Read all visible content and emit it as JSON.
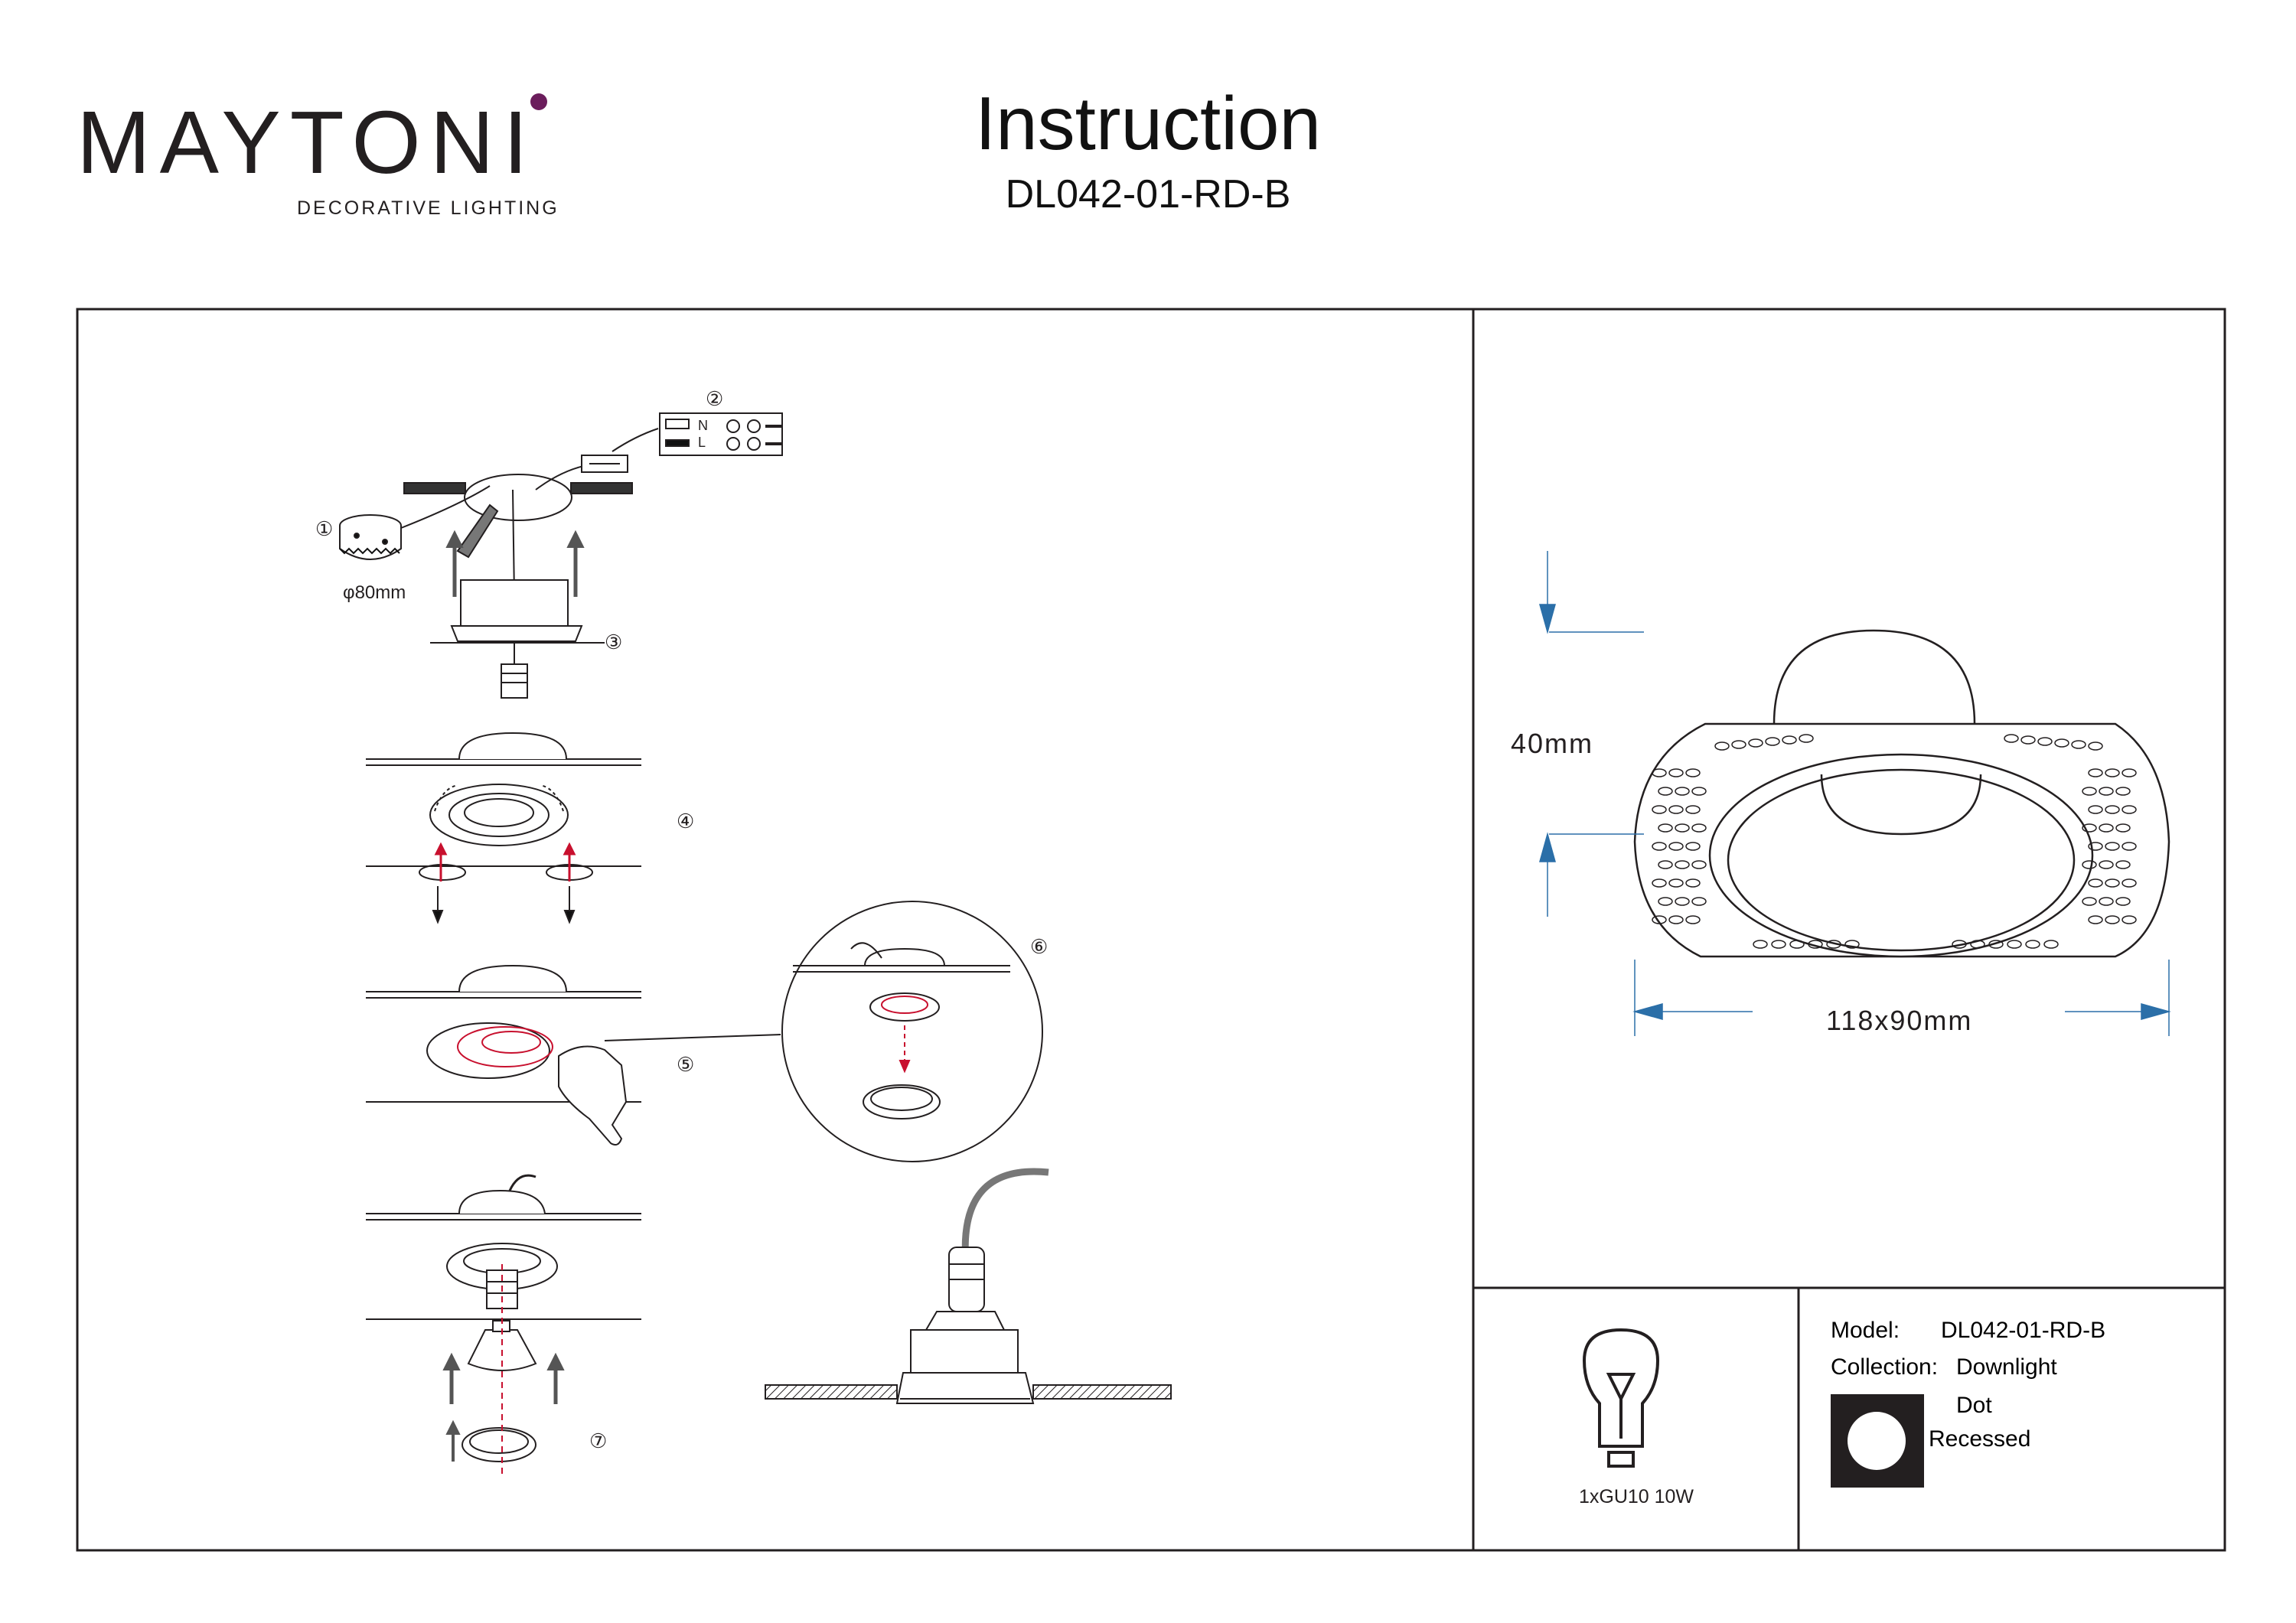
{
  "header": {
    "brand": "MAYTONI",
    "brand_tagline": "DECORATIVE LIGHTING",
    "title": "Instruction",
    "model_code": "DL042-01-RD-B"
  },
  "steps": {
    "s1": "①",
    "s2": "②",
    "s3": "③",
    "s4": "④",
    "s5": "⑤",
    "s6": "⑥",
    "s7": "⑦",
    "hole_size": "φ80mm",
    "terminal_n": "N",
    "terminal_l": "L"
  },
  "dimensions": {
    "height": "40mm",
    "width": "118x90mm"
  },
  "lamp": {
    "label": "1xGU10 10W"
  },
  "specs": {
    "model_label": "Model:",
    "model_value": "DL042-01-RD-B",
    "collection_label": "Collection:",
    "collection_value": "Downlight",
    "type_line1": "Dot",
    "type_line2": "Recessed"
  },
  "colors": {
    "line": "#231f20",
    "accent_red": "#c8102e",
    "dim_blue": "#2b6fa8",
    "logo_dot": "#6b1d5c"
  }
}
